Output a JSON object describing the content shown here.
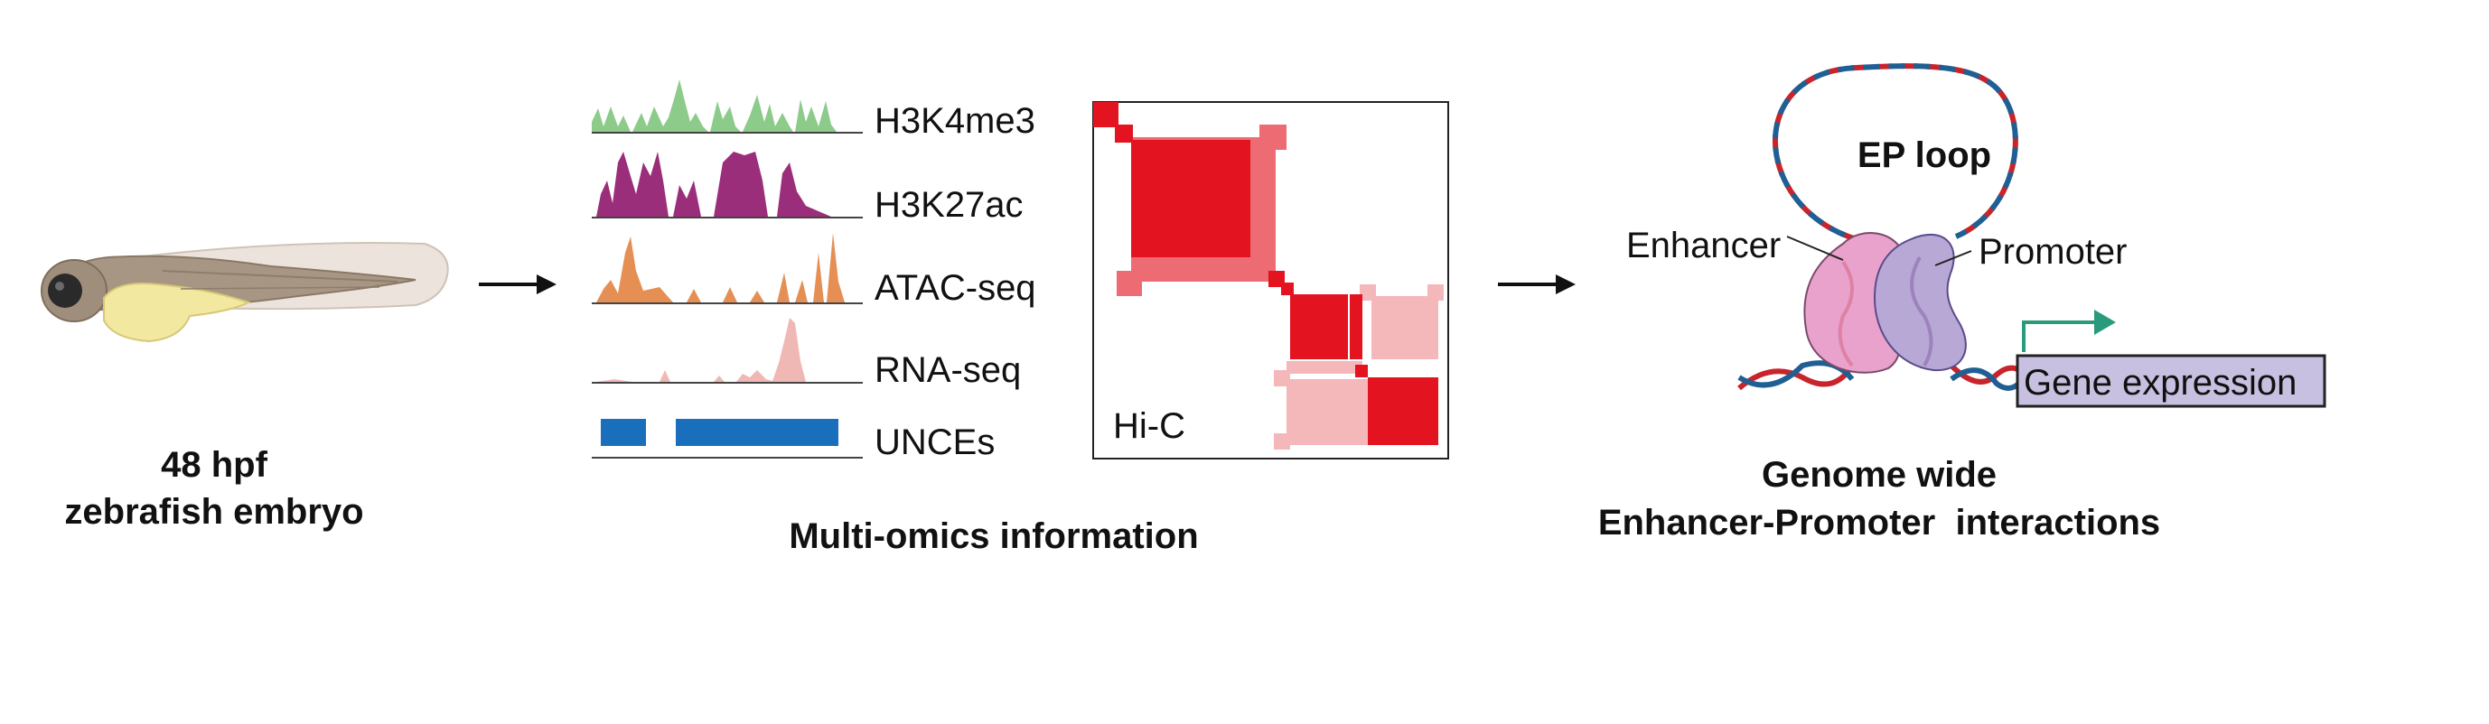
{
  "embryo": {
    "line1": "48 hpf",
    "line2": "zebrafish embryo"
  },
  "tracks": [
    {
      "label": "H3K4me3",
      "color": "#8ccb8a"
    },
    {
      "label": "H3K27ac",
      "color": "#9a2e7a"
    },
    {
      "label": "ATAC-seq",
      "color": "#e58f55"
    },
    {
      "label": "RNA-seq",
      "color": "#f0b8b5"
    },
    {
      "label": "UNCEs",
      "color": "#1a6fbd"
    }
  ],
  "hic": {
    "label": "Hi-C",
    "dark_color": "#e3141f",
    "mid_color": "#ed6b72",
    "light_color": "#f4b7ba"
  },
  "multiomics": {
    "caption": "Multi-omics information"
  },
  "ep": {
    "loop_label": "EP loop",
    "enhancer_label": "Enhancer",
    "promoter_label": "Promoter",
    "gene_label": "Gene expression",
    "caption_line1": "Genome wide",
    "caption_line2": "Enhancer-Promoter  interactions",
    "enhancer_color": "#e9a2cc",
    "promoter_color": "#b8a8d6",
    "gene_box_color": "#c8c0e0",
    "arrow_color": "#2a9a7c",
    "dna_red": "#c8242c",
    "dna_blue": "#1f5f93"
  }
}
